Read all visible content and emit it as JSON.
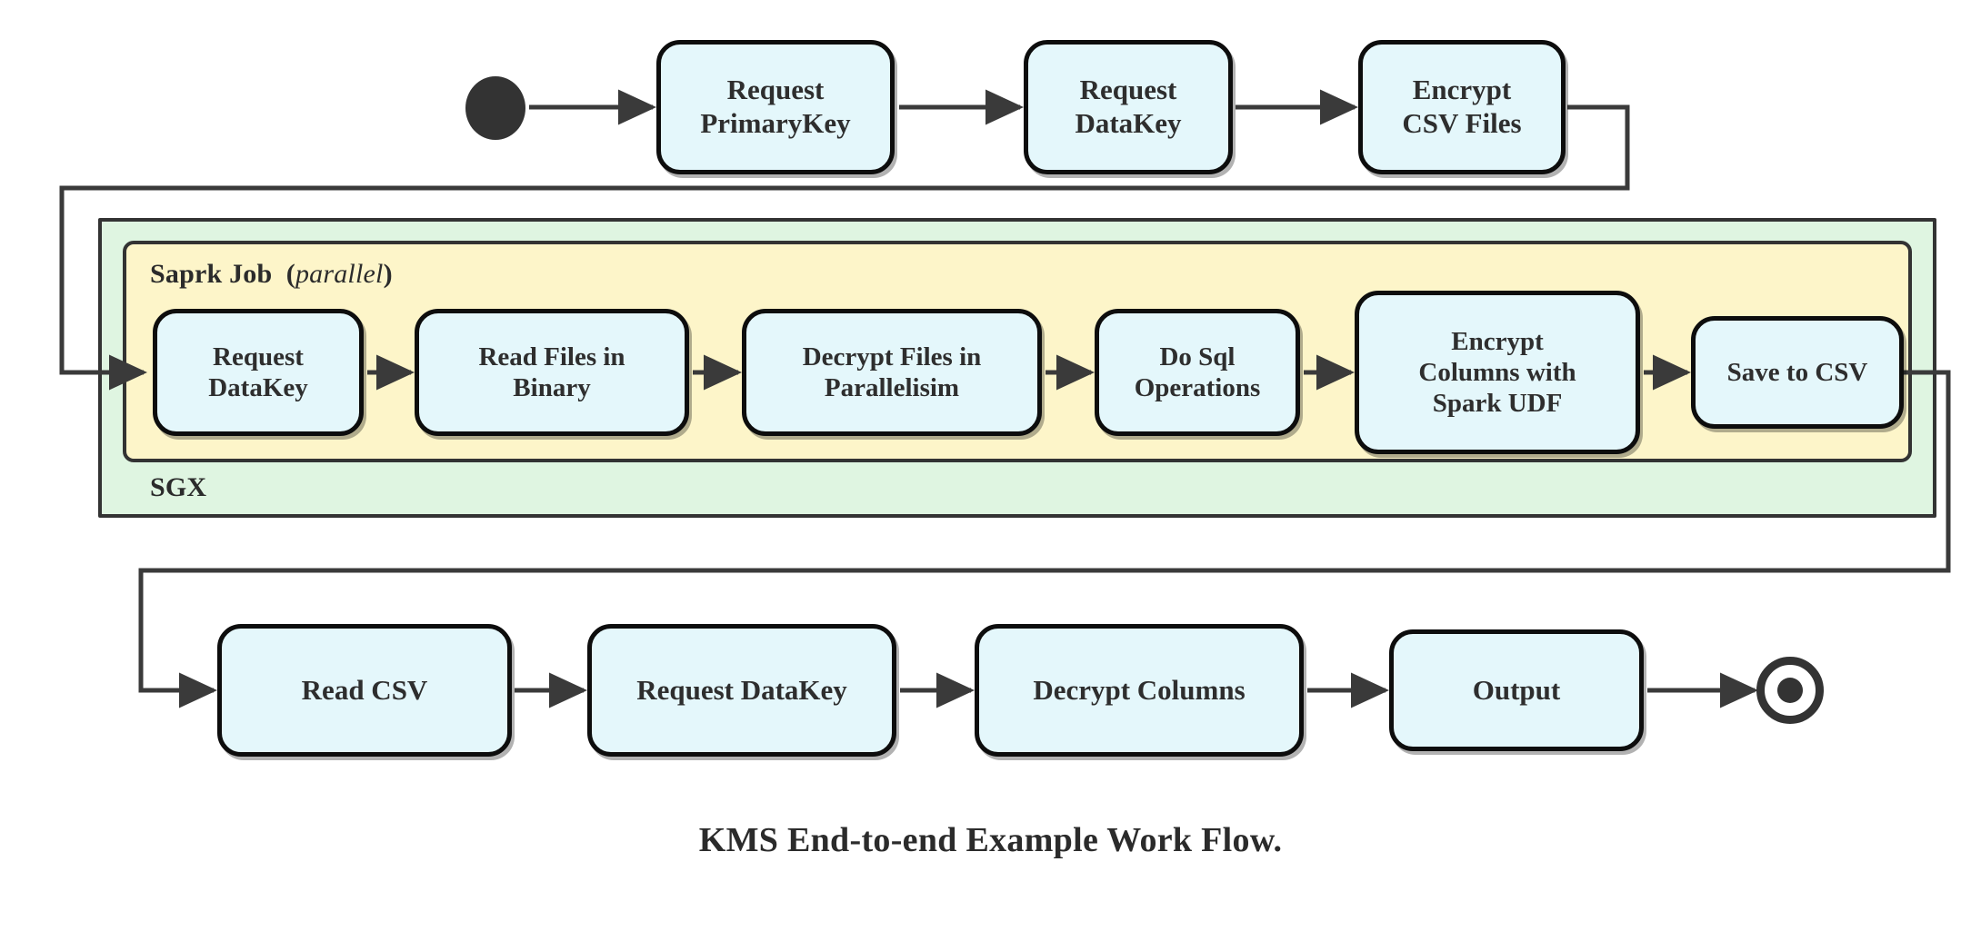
{
  "diagram": {
    "title": "KMS End-to-end Example Work Flow.",
    "colors": {
      "node_fill": "#e4f7fb",
      "node_stroke": "#0d0d0d",
      "sgx_fill": "#dff5e1",
      "spark_fill": "#fdf5c9",
      "container_stroke": "#333333",
      "connector": "#3a3a3a",
      "text": "#2e2e2e"
    },
    "start_node": {
      "name": "start-event",
      "shape": "filled-circle"
    },
    "end_node": {
      "name": "end-event",
      "shape": "double-circle"
    },
    "containers": [
      {
        "id": "sgx",
        "label": "SGX",
        "label_suffix": "",
        "fill": "#dff5e1"
      },
      {
        "id": "spark",
        "label": "Saprk Job",
        "label_suffix": "(parallel)",
        "label_suffix_italic": "parallel",
        "fill": "#fdf5c9"
      }
    ],
    "rows": {
      "top": {
        "name": "top-flow-row",
        "nodes": [
          {
            "id": "request-primarykey",
            "lines": [
              "Request",
              "PrimaryKey"
            ]
          },
          {
            "id": "request-datakey-top",
            "lines": [
              "Request",
              "DataKey"
            ]
          },
          {
            "id": "encrypt-csv-files",
            "lines": [
              "Encrypt",
              "CSV Files"
            ]
          }
        ]
      },
      "middle": {
        "name": "spark-job-row",
        "nodes": [
          {
            "id": "request-datakey-spark",
            "lines": [
              "Request",
              "DataKey"
            ]
          },
          {
            "id": "read-files-in-binary",
            "lines": [
              "Read Files in",
              "Binary"
            ]
          },
          {
            "id": "decrypt-files-in-parallelisim",
            "lines": [
              "Decrypt Files in",
              "Parallelisim"
            ]
          },
          {
            "id": "do-sql-operations",
            "lines": [
              "Do Sql",
              "Operations"
            ]
          },
          {
            "id": "encrypt-columns-with-spark-udf",
            "lines": [
              "Encrypt",
              "Columns with",
              "Spark UDF"
            ]
          },
          {
            "id": "save-to-csv",
            "lines": [
              "Save to CSV"
            ]
          }
        ]
      },
      "bottom": {
        "name": "output-flow-row",
        "nodes": [
          {
            "id": "read-csv",
            "lines": [
              "Read CSV"
            ]
          },
          {
            "id": "request-datakey-bottom",
            "lines": [
              "Request DataKey"
            ]
          },
          {
            "id": "decrypt-columns",
            "lines": [
              "Decrypt Columns"
            ]
          },
          {
            "id": "output",
            "lines": [
              "Output"
            ]
          }
        ]
      }
    },
    "edges": [
      {
        "from": "start-event",
        "to": "request-primarykey"
      },
      {
        "from": "request-primarykey",
        "to": "request-datakey-top"
      },
      {
        "from": "request-datakey-top",
        "to": "encrypt-csv-files"
      },
      {
        "from": "encrypt-csv-files",
        "to": "request-datakey-spark",
        "routing": "right-down-left-down-right"
      },
      {
        "from": "request-datakey-spark",
        "to": "read-files-in-binary"
      },
      {
        "from": "read-files-in-binary",
        "to": "decrypt-files-in-parallelisim"
      },
      {
        "from": "decrypt-files-in-parallelisim",
        "to": "do-sql-operations"
      },
      {
        "from": "do-sql-operations",
        "to": "encrypt-columns-with-spark-udf"
      },
      {
        "from": "encrypt-columns-with-spark-udf",
        "to": "save-to-csv"
      },
      {
        "from": "save-to-csv",
        "to": "read-csv",
        "routing": "right-down-left-down-right"
      },
      {
        "from": "read-csv",
        "to": "request-datakey-bottom"
      },
      {
        "from": "request-datakey-bottom",
        "to": "decrypt-columns"
      },
      {
        "from": "decrypt-columns",
        "to": "output"
      },
      {
        "from": "output",
        "to": "end-event"
      }
    ]
  }
}
